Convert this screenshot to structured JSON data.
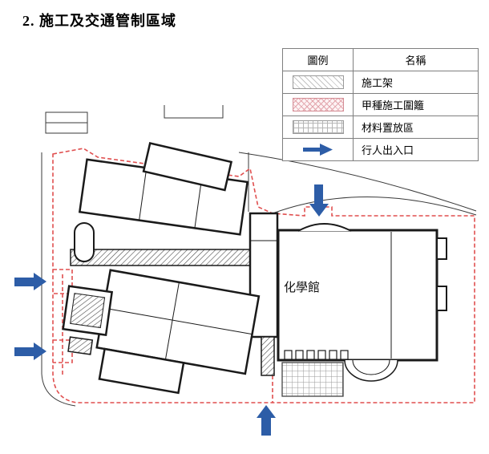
{
  "page": {
    "title": "2. 施工及交通管制區域"
  },
  "legend": {
    "headers": {
      "symbol": "圖例",
      "name": "名稱"
    },
    "items": [
      {
        "symbol": "diagonal-hatch-swatch",
        "name": "施工架"
      },
      {
        "symbol": "red-crosshatch-swatch",
        "name": "甲種施工圍籬"
      },
      {
        "symbol": "grid-swatch",
        "name": "材料置放區"
      },
      {
        "symbol": "blue-right-arrow",
        "name": "行人出入口"
      }
    ]
  },
  "plan": {
    "building_label": "化學館",
    "colors": {
      "fence": "#e04f4f",
      "arrow": "#2d5da7",
      "outline": "#1a1a1a"
    }
  }
}
